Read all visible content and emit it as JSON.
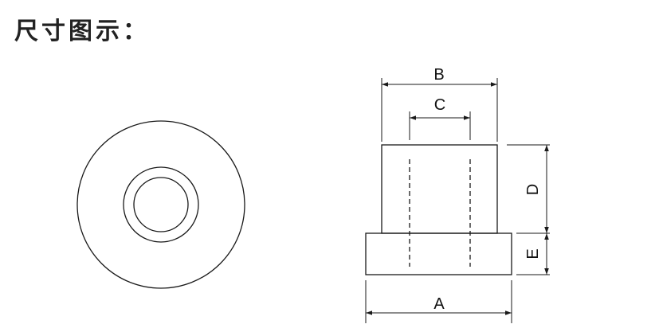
{
  "title": "尺寸图示：",
  "dimensions": {
    "A": "A",
    "B": "B",
    "C": "C",
    "D": "D",
    "E": "E"
  },
  "colors": {
    "line": "#1a1a1a",
    "text": "#111111"
  }
}
